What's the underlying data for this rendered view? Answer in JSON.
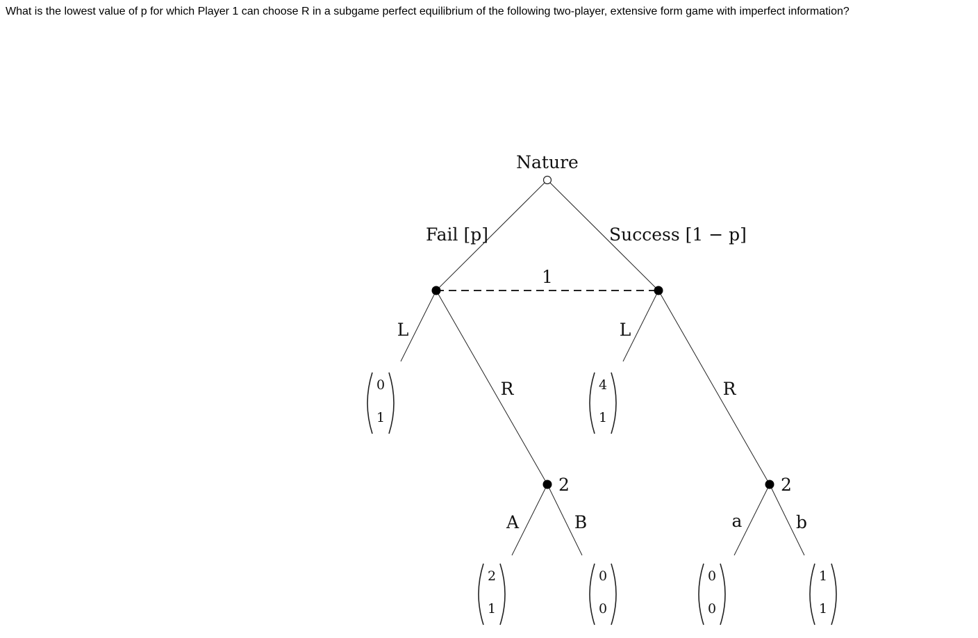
{
  "question": "What is the lowest value of p for which Player 1 can choose R in a subgame perfect equilibrium of the following two-player, extensive form game with imperfect information?",
  "tree": {
    "nature_label": "Nature",
    "fail_text": "Fail",
    "fail_prob": "[p]",
    "success_text": "Success",
    "success_prob": "[1 − p]",
    "info_set_player": "1",
    "fail_node": {
      "left_move": "L",
      "right_move": "R"
    },
    "success_node": {
      "left_move": "L",
      "right_move": "R"
    },
    "player2_left": {
      "player": "2",
      "left_move": "A",
      "right_move": "B"
    },
    "player2_right": {
      "player": "2",
      "left_move": "a",
      "right_move": "b"
    },
    "payoffs": {
      "fail_L": [
        "0",
        "1"
      ],
      "success_L": [
        "4",
        "1"
      ],
      "fail_R_A": [
        "2",
        "1"
      ],
      "fail_R_B": [
        "0",
        "0"
      ],
      "success_R_a": [
        "0",
        "0"
      ],
      "success_R_b": [
        "1",
        "1"
      ]
    }
  }
}
